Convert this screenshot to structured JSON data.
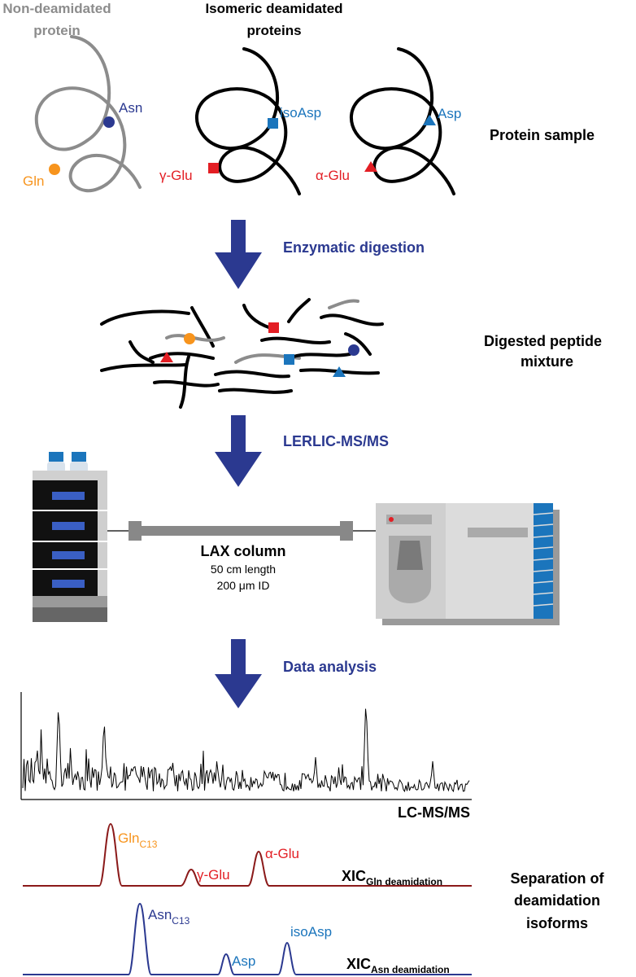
{
  "colors": {
    "gray": "#8c8c8c",
    "navy": "#2b3990",
    "orange": "#f7941d",
    "red": "#e31e24",
    "blue": "#1b75bc",
    "dark_red": "#8b1a1a",
    "arrow": "#2b3990"
  },
  "header": {
    "nondeam_line1": "Non-deamidated",
    "nondeam_line2": "protein",
    "isomeric_line1": "Isomeric deamidated",
    "isomeric_line2": "proteins"
  },
  "residues": {
    "asn": "Asn",
    "gln": "Gln",
    "isoasp": "isoAsp",
    "gamma_glu": "γ-Glu",
    "asp": "Asp",
    "alpha_glu": "α-Glu"
  },
  "steps": {
    "protein_sample": "Protein sample",
    "enzymatic_digestion": "Enzymatic digestion",
    "digested_line1": "Digested peptide",
    "digested_line2": "mixture",
    "lerlic": "LERLIC-MS/MS",
    "data_analysis": "Data analysis",
    "separation_line1": "Separation of",
    "separation_line2": "deamidation",
    "separation_line3": "isoforms"
  },
  "column": {
    "name": "LAX column",
    "length": "50 cm length",
    "id": "200 μm ID"
  },
  "chromatograms": {
    "lcms_label": "LC-MS/MS",
    "xic_gln_main": "XIC",
    "xic_gln_sub": "Gln deamidation",
    "xic_asn_main": "XIC",
    "xic_asn_sub": "Asn deamidation",
    "peak_gln_main": "Gln",
    "peak_gln_sub": "C13",
    "peak_gamma_glu": "γ-Glu",
    "peak_alpha_glu": "α-Glu",
    "peak_asn_main": "Asn",
    "peak_asn_sub": "C13",
    "peak_asp": "Asp",
    "peak_isoasp": "isoAsp"
  }
}
